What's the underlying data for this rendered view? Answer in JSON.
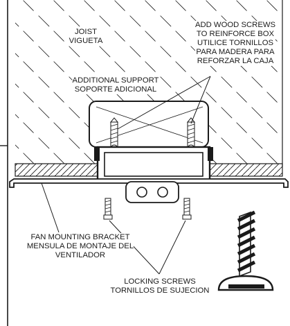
{
  "labels": {
    "joist": [
      "JOIST",
      "VIGUETA"
    ],
    "screws_note": [
      "ADD WOOD SCREWS",
      "TO REINFORCE BOX",
      "UTILICE TORNILLOS",
      "PARA MADERA PARA",
      "REFORZAR LA CAJA"
    ],
    "support": [
      "ADDITIONAL SUPPORT",
      "SOPORTE ADICIONAL"
    ],
    "bracket": [
      "FAN MOUNTING BRACKET",
      "MENSULA DE MONTAJE DEL",
      "VENTILADOR"
    ],
    "locking": [
      "LOCKING SCREWS",
      "TORNILLOS DE SUJECION"
    ]
  },
  "colors": {
    "ink": "#1a1a1a",
    "paper": "#ffffff"
  }
}
